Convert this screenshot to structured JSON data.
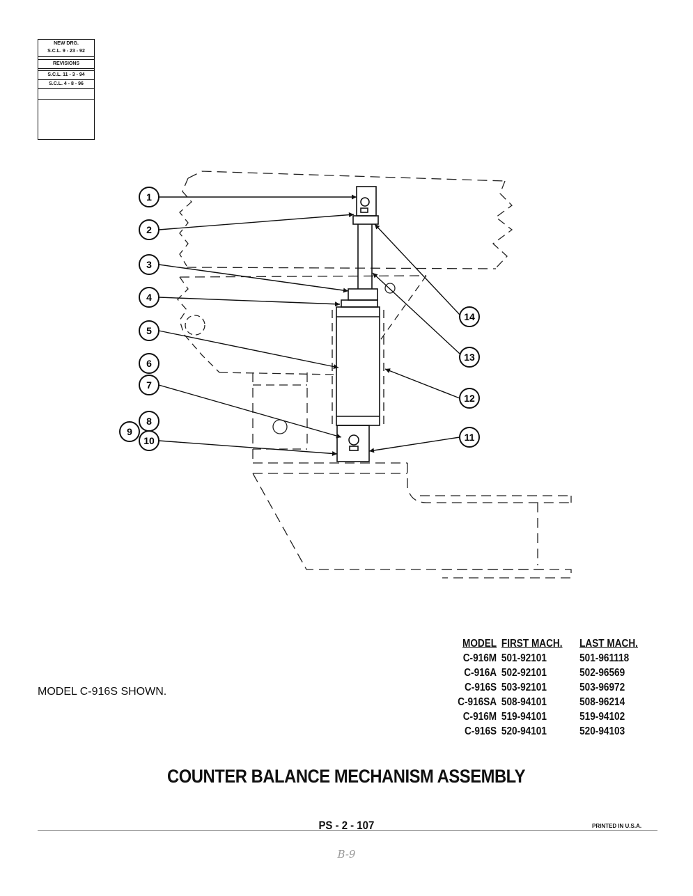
{
  "revision_block": {
    "new_drawing_label": "NEW DRG.",
    "new_drawing_date": "S.C.L. 9 - 23 - 92",
    "revisions_label": "REVISIONS",
    "revisions": [
      "S.C.L. 11 - 3 - 94",
      "S.C.L. 4 - 8 - 96"
    ]
  },
  "callouts": [
    "1",
    "2",
    "3",
    "4",
    "5",
    "6",
    "7",
    "8",
    "9",
    "10",
    "11",
    "12",
    "13",
    "14"
  ],
  "model_note": "MODEL C-916S SHOWN.",
  "model_table": {
    "headers": [
      "MODEL",
      "FIRST MACH.",
      "LAST MACH."
    ],
    "rows": [
      [
        "C-916M",
        "501-92101",
        "501-961118"
      ],
      [
        "C-916A",
        "502-92101",
        "502-96569"
      ],
      [
        "C-916S",
        "503-92101",
        "503-96972"
      ],
      [
        "C-916SA",
        "508-94101",
        "508-96214"
      ],
      [
        "C-916M",
        "519-94101",
        "519-94102"
      ],
      [
        "C-916S",
        "520-94101",
        "520-94103"
      ]
    ]
  },
  "title": "COUNTER BALANCE MECHANISM ASSEMBLY",
  "page_number": "PS - 2 - 107",
  "printed_note": "PRINTED IN U.S.A.",
  "handwritten_page": "B-9"
}
